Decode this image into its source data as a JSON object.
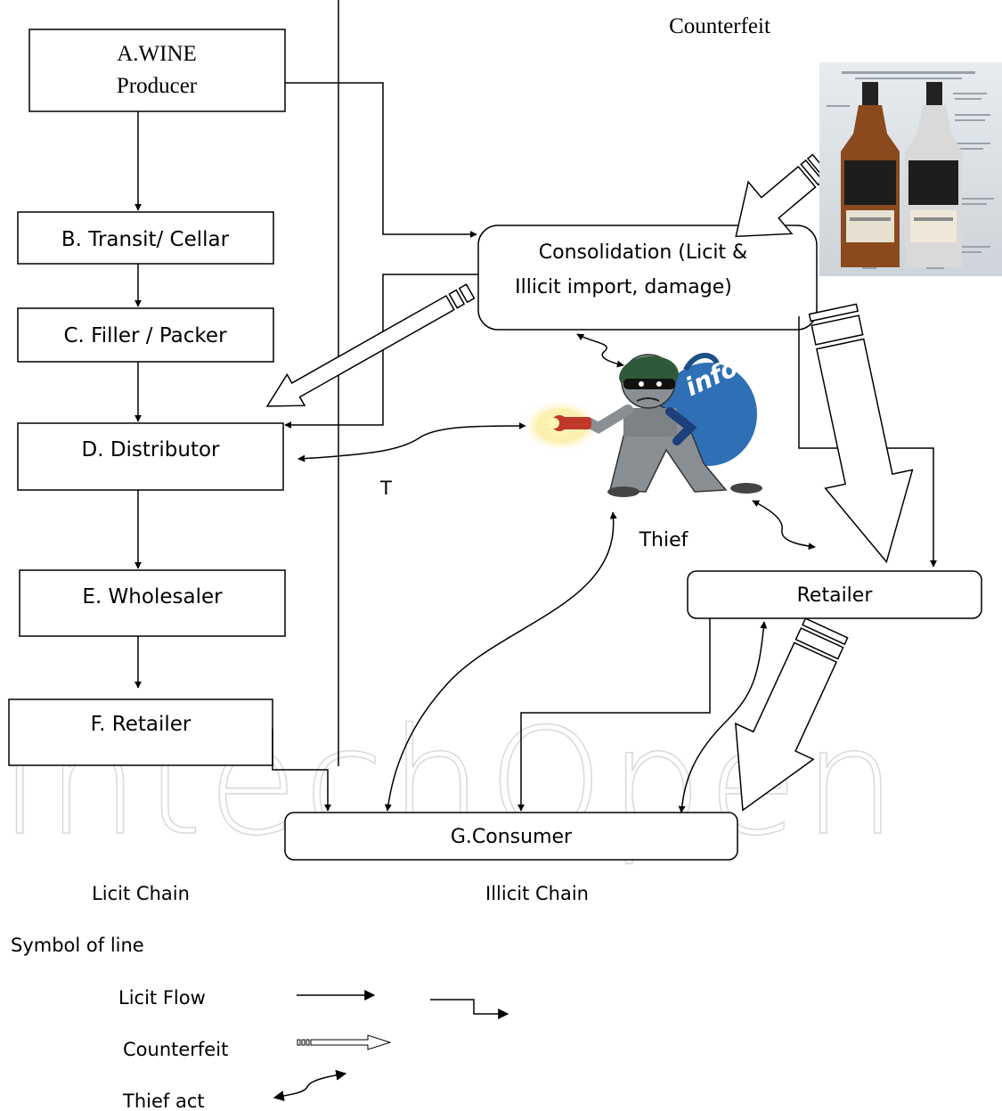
{
  "header": {
    "counterfeit_title": "Counterfeit"
  },
  "licit_chain": {
    "producer_line1": "A.WINE",
    "producer_line2": "Producer",
    "transit": "B. Transit/ Cellar",
    "filler": "C. Filler / Packer",
    "distributor": "D. Distributor",
    "wholesaler": "E. Wholesaler",
    "retailer": "F. Retailer",
    "label": "Licit Chain"
  },
  "illicit_chain": {
    "consolidation_line1": "Consolidation (Licit &",
    "consolidation_line2": "Illicit import, damage)",
    "retailer": "Retailer",
    "thief_label": "Thief",
    "t_marker": "T",
    "thief_bag_text": "info",
    "label": "Illicit Chain"
  },
  "consumer": {
    "label": "G.Consumer"
  },
  "watermark": {
    "text": "intechOpen"
  },
  "legend": {
    "title": "Symbol of line",
    "licit_flow": "Licit Flow",
    "counterfeit": "Counterfeit",
    "thief_act": "Thief act"
  },
  "colors": {
    "line": "#000000",
    "bag_blue": "#2f6fb5",
    "mask_green": "#2e5a3a",
    "flashlight_red": "#c0392b",
    "glow_yellow": "#f9e27a",
    "bottle_amber": "#8a4a1e",
    "bottle_gray": "#d9d9d9"
  }
}
